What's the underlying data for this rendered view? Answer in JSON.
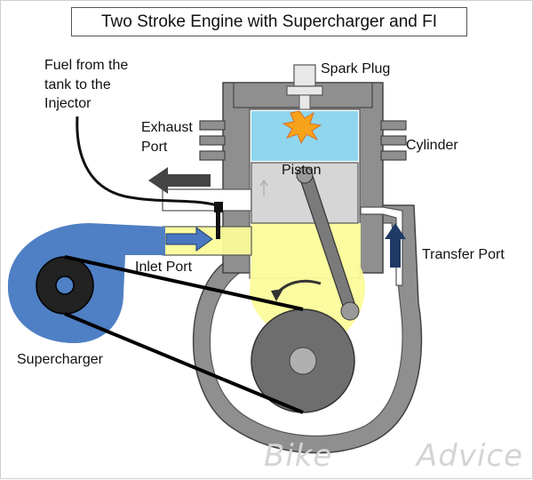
{
  "title": "Two Stroke Engine with Supercharger and FI",
  "labels": {
    "fuel_line1": "Fuel from the",
    "fuel_line2": "tank to the",
    "fuel_line3": "Injector",
    "spark_plug": "Spark Plug",
    "exhaust_line1": "Exhaust",
    "exhaust_line2": "Port",
    "cylinder": "Cylinder",
    "piston": "Piston",
    "transfer_port": "Transfer Port",
    "inlet_port": "Inlet Port",
    "supercharger": "Supercharger"
  },
  "watermark": {
    "part1": "Bike",
    "part2": "Advice"
  },
  "colors": {
    "engine_gray": "#8c8c8c",
    "engine_light": "#d9d9d9",
    "combustion_blue": "#8fd6ee",
    "charge_yellow": "#fbfb9a",
    "supercharger_blue": "#4f7fc4",
    "arrow_dark": "#444444",
    "arrow_navy": "#1f3a66",
    "spark_orange": "#f7a21b"
  }
}
